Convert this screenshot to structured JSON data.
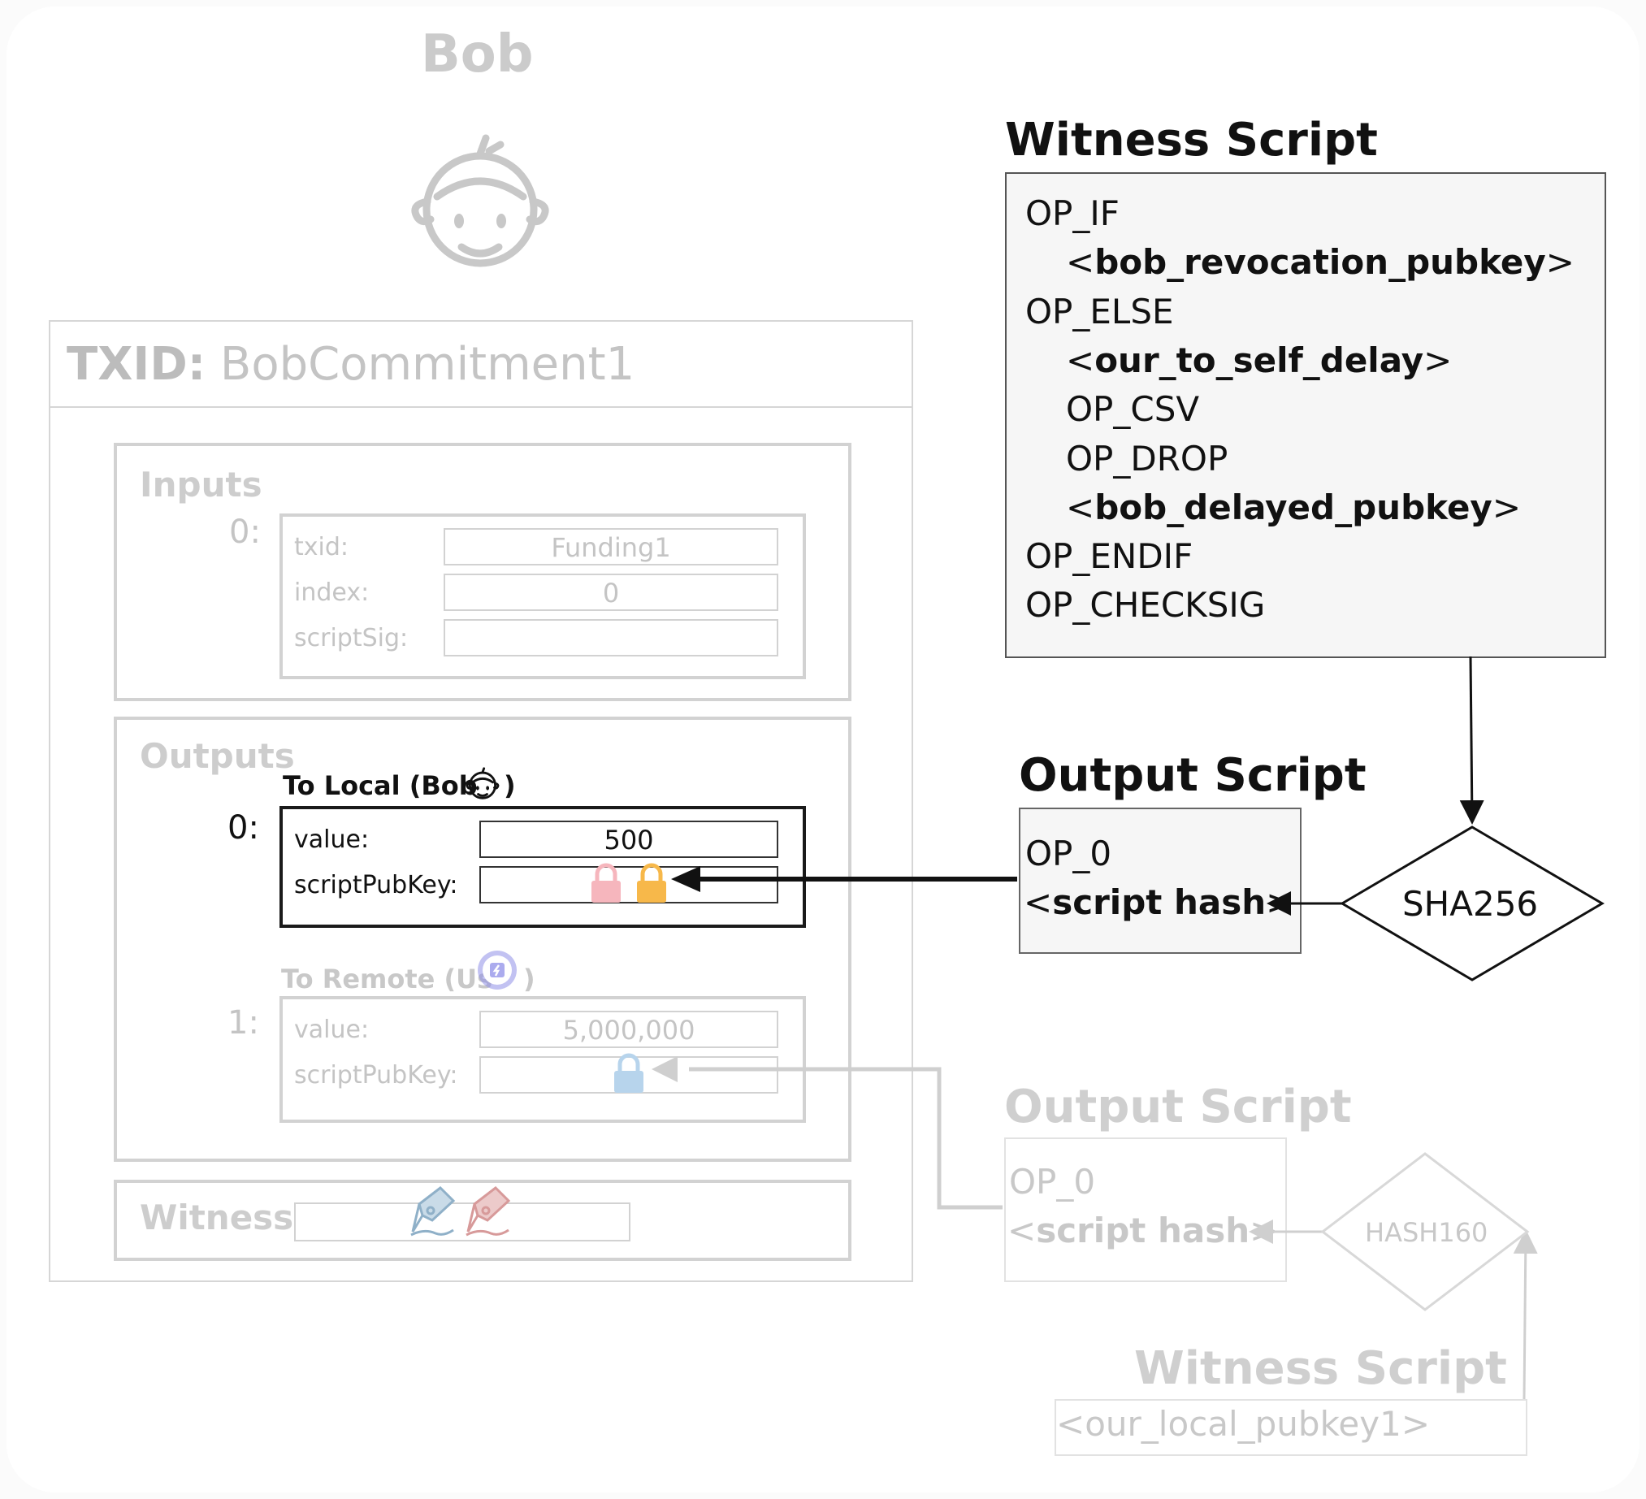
{
  "bob": {
    "name": "Bob",
    "avatar_icon": "boy-face-icon"
  },
  "tx": {
    "txid_label": "TXID:",
    "txid_value": "BobCommitment1",
    "inputs": {
      "title": "Inputs",
      "index": "0:",
      "fields": [
        {
          "label": "txid:",
          "value": "Funding1"
        },
        {
          "label": "index:",
          "value": "0"
        },
        {
          "label": "scriptSig:",
          "value": ""
        }
      ]
    },
    "outputs": {
      "title": "Outputs",
      "items": [
        {
          "title": "To Local (Bob",
          "title_close": ")",
          "title_icon": "boy-face-icon",
          "index": "0:",
          "value_label": "value:",
          "value": "500",
          "spk_label": "scriptPubKey:",
          "locks": [
            "pink-lock-icon",
            "orange-lock-icon"
          ]
        },
        {
          "title": "To Remote (Us",
          "title_close": ")",
          "title_icon": "node-badge-icon",
          "index": "1:",
          "value_label": "value:",
          "value": "5,000,000",
          "spk_label": "scriptPubKey:",
          "locks": [
            "blue-lock-icon"
          ]
        }
      ]
    },
    "witness": {
      "title": "Witness",
      "icons": [
        "blue-pen-icon",
        "red-pen-icon"
      ]
    }
  },
  "witness_script": {
    "title": "Witness Script",
    "lines": [
      {
        "prefix": "",
        "text": "OP_IF",
        "suffix": "",
        "bold": false,
        "indent": false
      },
      {
        "prefix": "<",
        "text": "bob_revocation_pubkey",
        "suffix": ">",
        "bold": true,
        "indent": true
      },
      {
        "prefix": "",
        "text": "OP_ELSE",
        "suffix": "",
        "bold": false,
        "indent": false
      },
      {
        "prefix": "<",
        "text": "our_to_self_delay",
        "suffix": ">",
        "bold": true,
        "indent": true
      },
      {
        "prefix": "",
        "text": "OP_CSV",
        "suffix": "",
        "bold": false,
        "indent": true
      },
      {
        "prefix": "",
        "text": "OP_DROP",
        "suffix": "",
        "bold": false,
        "indent": true
      },
      {
        "prefix": "<",
        "text": "bob_delayed_pubkey",
        "suffix": ">",
        "bold": true,
        "indent": true
      },
      {
        "prefix": "",
        "text": "OP_ENDIF",
        "suffix": "",
        "bold": false,
        "indent": false
      },
      {
        "prefix": "",
        "text": "OP_CHECKSIG",
        "suffix": "",
        "bold": false,
        "indent": false
      }
    ]
  },
  "output_script": {
    "title": "Output Script",
    "line1": "OP_0",
    "line2_prefix": "<",
    "line2_text": "script hash",
    "line2_suffix": ">",
    "hash_label": "SHA256"
  },
  "output_script_remote": {
    "title": "Output Script",
    "line1": "OP_0",
    "line2_prefix": "<",
    "line2_text": "script hash",
    "line2_suffix": ">",
    "hash_label": "HASH160"
  },
  "witness_script_remote": {
    "title": "Witness Script",
    "line": "<our_local_pubkey1>"
  },
  "colors": {
    "lock_pink": "#f6b6bd",
    "lock_orange": "#f7b84a",
    "lock_blue": "#b7d4ec",
    "badge_purple": "#8f8fe8",
    "muted": "#c8c8c8"
  }
}
